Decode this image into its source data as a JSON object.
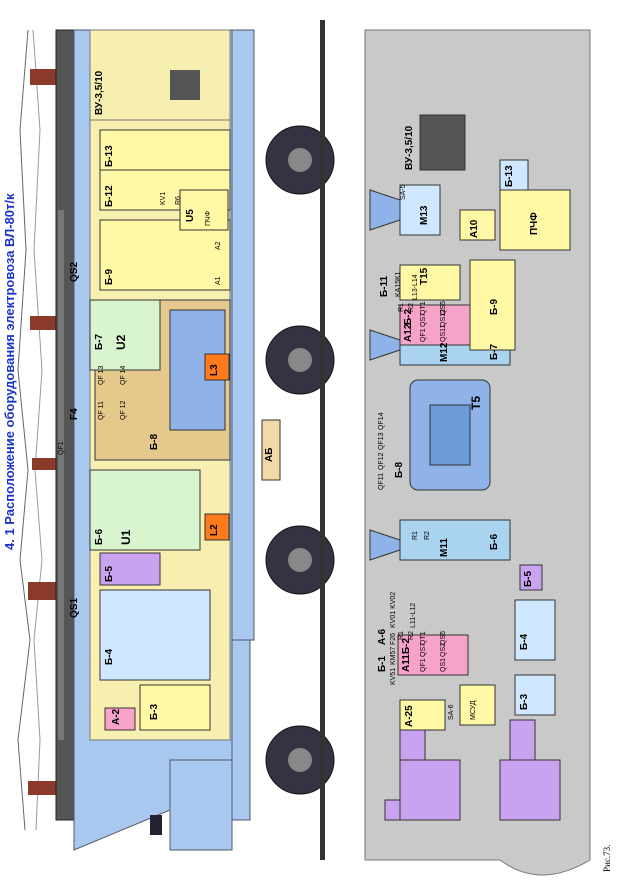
{
  "title": "4. 1 Расположение оборудования электровоза ВЛ-80т/к",
  "figure_caption": "Рис.73.",
  "colors": {
    "body_blue": "#a9c8ef",
    "floor_gray": "#c9c9c9",
    "yellow": "#fff9a6",
    "green": "#cff5cf",
    "pink": "#f7a3c9",
    "orange": "#ff7a1a",
    "lilac": "#c9a3ef",
    "tan": "#f3d9a6",
    "title_blue": "#1a33cc"
  },
  "side_view": {
    "roof": {
      "qs1": "QS1",
      "f4": "F4",
      "qs2": "QS2",
      "qf1": "QF1"
    },
    "blocks": {
      "a2": "А-2",
      "b3": "Б-3",
      "b4": "Б-4",
      "b5": "Б-5",
      "b6": "Б-6",
      "u1": "U1",
      "l2": "L2",
      "b7": "Б-7",
      "u2": "U2",
      "l3": "L3",
      "b8": "Б-8",
      "b9": "Б-9",
      "b12": "Б-12",
      "b13": "Б-13",
      "vu": "ВУ-3,5/10",
      "u5": "U5",
      "pchf": "ПЧФ",
      "ab": "АБ",
      "qf11": "QF 11",
      "qf12": "QF 12",
      "qf13": "QF 13",
      "qf14": "QF 14",
      "a1": "А1",
      "a2s": "А2",
      "kv1": "KV1",
      "r6": "R6"
    }
  },
  "plan_view": {
    "blocks": {
      "a25": "А-25",
      "a6": "А-6",
      "a11": "А11",
      "b1": "Б-1",
      "b2a": "Б-2",
      "b2b": "Б-2",
      "b3": "Б-3",
      "b4": "Б-4",
      "b5": "Б-5",
      "b6": "Б-6",
      "m11": "M11",
      "b8": "Б-8",
      "t5": "T5",
      "m12": "M12",
      "b7": "Б-7",
      "b9": "Б-9",
      "b11": "Б-11",
      "t15": "T15",
      "a12": "A12",
      "a10": "A10",
      "pchf": "ПЧФ",
      "m13": "M13",
      "vu": "ВУ-3,5/10",
      "b13": "Б-13",
      "sa6": "SA-6",
      "sa5": "SA-5",
      "msud": "МСУД",
      "qf11": "QF11",
      "qf12": "QF12",
      "qf13": "QF13",
      "qf14": "QF14",
      "r1a": "R1",
      "r2a": "R2",
      "r1b": "R1",
      "r2b": "R2",
      "a11_q1": "QF1",
      "a11_q2": "QS7",
      "a11_q3": "QT1",
      "a11_q4": "QS1",
      "a11_q5": "QS2",
      "a11_q6": "QS5",
      "a12_q1": "QF1",
      "a12_q2": "QS7",
      "a12_q3": "QT1",
      "a12_q4": "QS11",
      "a12_q5": "QS12",
      "a12_q6": "QS5",
      "kv51": "KV51",
      "kv57": "KM57",
      "f26": "F26",
      "kv02": "KV01 KV02",
      "ka15": "KA15",
      "k1": "K1",
      "l1": "L11-L12",
      "l2": "L13-L14",
      "r1": "R1",
      "r2": "R2"
    }
  }
}
